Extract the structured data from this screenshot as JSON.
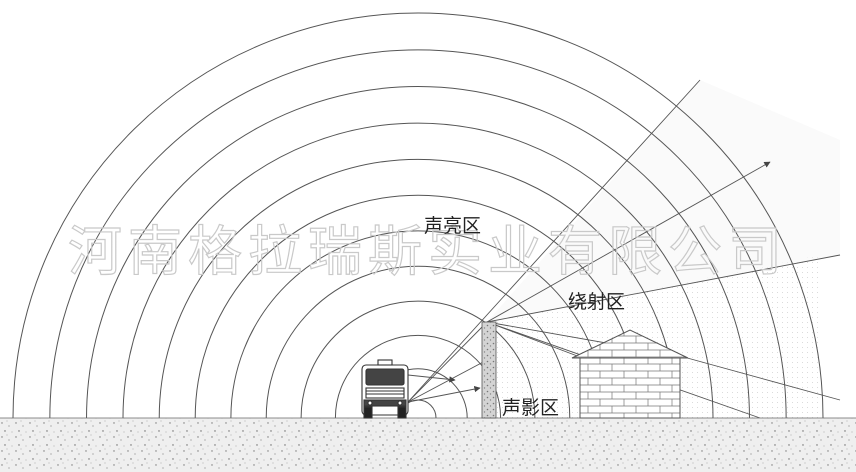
{
  "diagram": {
    "labels": {
      "bright_zone": "声亮区",
      "diffraction_zone": "绕射区",
      "shadow_zone": "声影区"
    },
    "watermark": "河南格拉瑞斯实业有限公司",
    "wave_count": 12,
    "colors": {
      "line": "#555555",
      "ground": "#e9e9e9",
      "shade": "#efefef",
      "wall": "#cfcfcf",
      "brick": "#ffffff",
      "watermark": "#c9c9c9"
    },
    "icons": {
      "source": "truck-icon",
      "barrier": "wall-icon",
      "building": "house-icon"
    }
  }
}
